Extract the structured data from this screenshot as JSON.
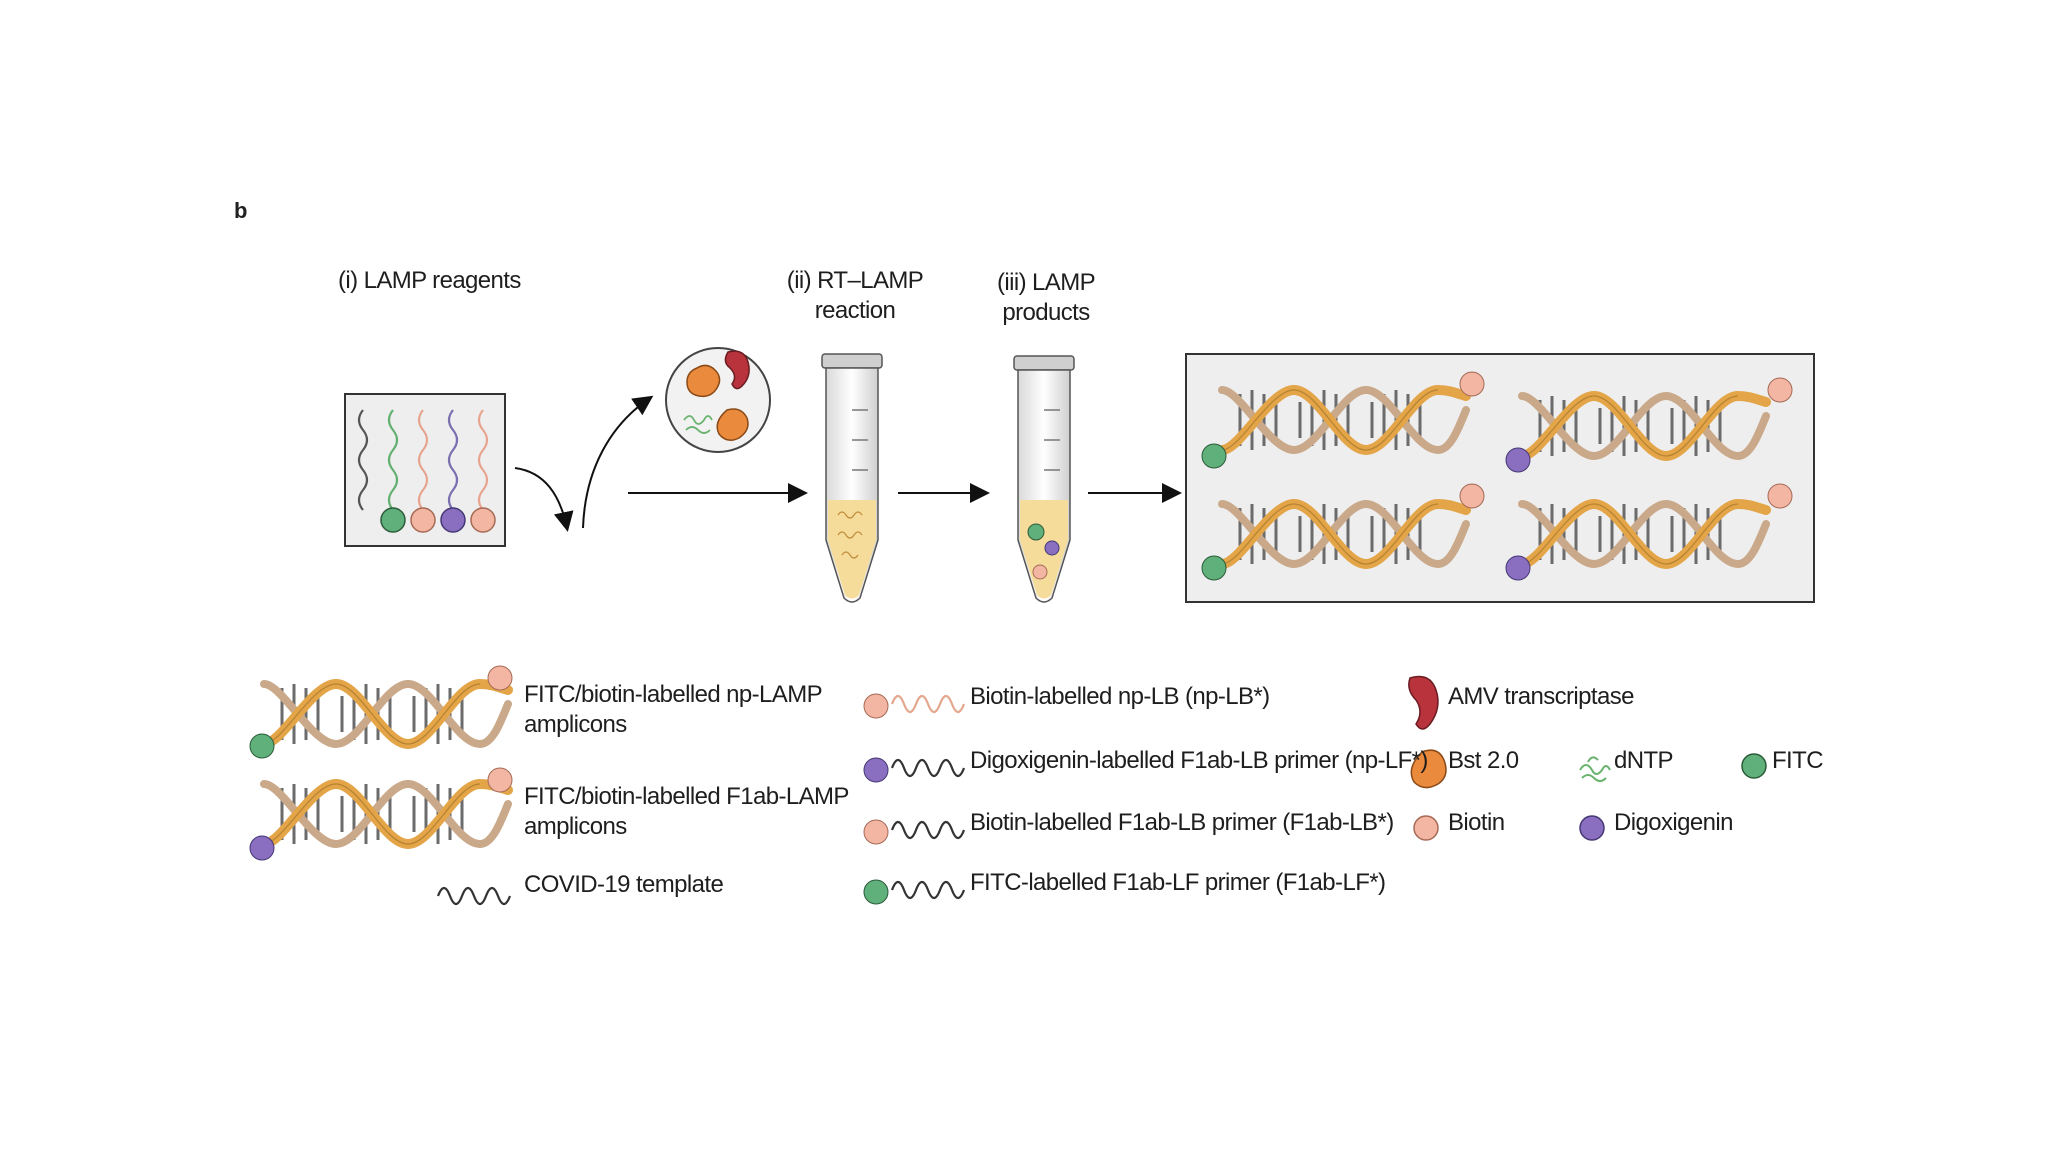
{
  "panel_label": "b",
  "stages": {
    "reagents": "(i) LAMP reagents",
    "reaction_line1": "(ii) RT–LAMP",
    "reaction_line2": "reaction",
    "products_line1": "(iii) LAMP",
    "products_line2": "products"
  },
  "legend": {
    "np_amplicon_line1": "FITC/biotin-labelled np-LAMP",
    "np_amplicon_line2": "amplicons",
    "f1ab_amplicon_line1": "FITC/biotin-labelled F1ab-LAMP",
    "f1ab_amplicon_line2": "amplicons",
    "covid_template": "COVID-19 template",
    "np_lb": "Biotin-labelled np-LB (np-LB*)",
    "np_lf": "Digoxigenin-labelled F1ab-LB primer (np-LF*)",
    "f1ab_lb": "Biotin-labelled F1ab-LB primer (F1ab-LB*)",
    "f1ab_lf": "FITC-labelled F1ab-LF primer (F1ab-LF*)",
    "amv": "AMV transcriptase",
    "bst": "Bst 2.0",
    "dntp": "dNTP",
    "fitc": "FITC",
    "biotin": "Biotin",
    "digoxigenin": "Digoxigenin"
  },
  "colors": {
    "fitc": "#5fb07a",
    "biotin": "#f2b6a2",
    "digoxigenin": "#8a6fc0",
    "helix_orange": "#e3a548",
    "helix_tan": "#c9a98a",
    "amv": "#b8333b",
    "bst": "#ea8a3c",
    "dntp": "#6ab36e",
    "tube_liquid": "#f5dc9a",
    "box_fill": "#eeeeee"
  }
}
